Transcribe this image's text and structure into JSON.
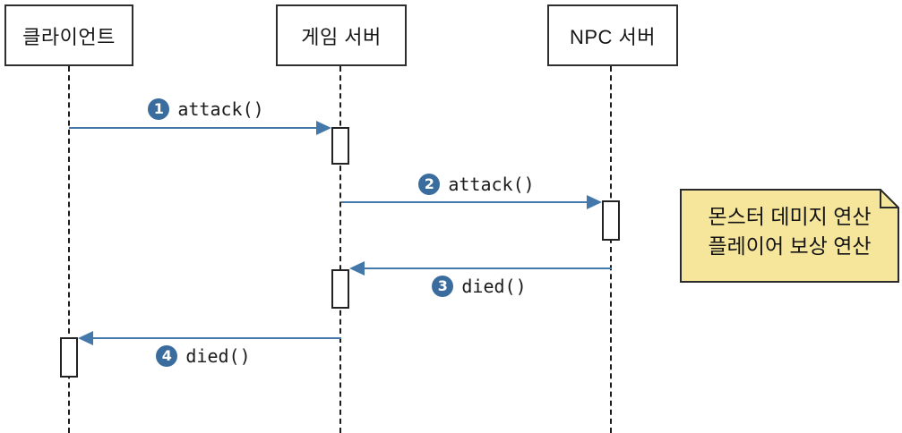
{
  "diagram": {
    "title": "game-server-sequence-diagram",
    "actors": [
      {
        "label": "클라이언트"
      },
      {
        "label": "게임 서버"
      },
      {
        "label": "NPC 서버"
      }
    ],
    "messages": [
      {
        "num": "1",
        "label": "attack()",
        "from": "클라이언트",
        "to": "게임 서버",
        "direction": "right"
      },
      {
        "num": "2",
        "label": "attack()",
        "from": "게임 서버",
        "to": "NPC 서버",
        "direction": "right"
      },
      {
        "num": "3",
        "label": "died()",
        "from": "NPC 서버",
        "to": "게임 서버",
        "direction": "left"
      },
      {
        "num": "4",
        "label": "died()",
        "from": "게임 서버",
        "to": "클라이언트",
        "direction": "left"
      }
    ],
    "note": {
      "line1": "몬스터 데미지 연산",
      "line2": "플레이어 보상 연산"
    },
    "colors": {
      "arrow": "#4478aa",
      "badge": "#3a6c9e",
      "note_bg": "#f5e69b",
      "note_border": "#2a2a2a",
      "box_border": "#2e2e2e",
      "background": "#ffffff"
    }
  }
}
